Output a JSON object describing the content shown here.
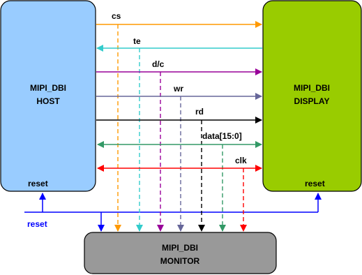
{
  "blocks": {
    "host": {
      "line1": "MIPI_DBI",
      "line2": "HOST",
      "reset": "reset",
      "fill": "#99ccff"
    },
    "display": {
      "line1": "MIPI_DBI",
      "line2": "DISPLAY",
      "reset": "reset",
      "fill": "#99cc00"
    },
    "monitor": {
      "line1": "MIPI_DBI",
      "line2": "MONITOR",
      "fill": "#999999"
    }
  },
  "reset_label": "reset",
  "colors": {
    "reset": "#0000ff",
    "cs": "#ff9900",
    "te": "#33cccc",
    "dc": "#990099",
    "wr": "#666699",
    "rd": "#000000",
    "data": "#339966",
    "clk": "#ff0000"
  },
  "signals": [
    {
      "key": "cs",
      "label": "cs",
      "direction": "host-to-display"
    },
    {
      "key": "te",
      "label": "te",
      "direction": "display-to-host"
    },
    {
      "key": "dc",
      "label": "d/c",
      "direction": "host-to-display"
    },
    {
      "key": "wr",
      "label": "wr",
      "direction": "host-to-display"
    },
    {
      "key": "rd",
      "label": "rd",
      "direction": "host-to-display"
    },
    {
      "key": "data",
      "label": "data[15:0]",
      "direction": "bidirectional"
    },
    {
      "key": "clk",
      "label": "clk",
      "direction": "bidirectional"
    }
  ]
}
